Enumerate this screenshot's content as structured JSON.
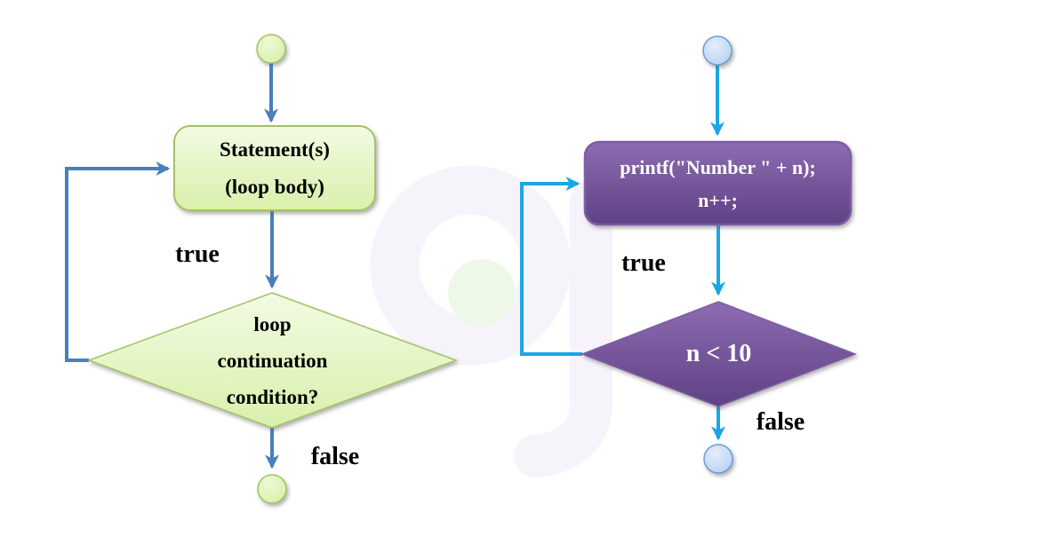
{
  "colors": {
    "left_connector": "#4a7ebc",
    "right_connector": "#1ba6e3",
    "green_fill_top": "#f2fbe3",
    "green_fill_bottom": "#d9f0ab",
    "green_border": "#a3c365",
    "green_terminal_light": "#edf9d6",
    "green_terminal": "#d5eea2",
    "purple_fill_top": "#8d6cb1",
    "purple_fill_bottom": "#5f4185",
    "purple_border": "#7b5ba2",
    "blue_terminal_light": "#e3eefb",
    "blue_terminal": "#b1cdf0",
    "blue_terminal_border": "#6f9bd1",
    "node_text_left": "#000000",
    "node_text_right": "#ffffff",
    "edge_label_text": "#000000",
    "watermark_lavender": "#f6f3fb",
    "watermark_green": "#eef8e8"
  },
  "left_flowchart": {
    "process": {
      "line1": "Statement(s)",
      "line2": "(loop body)"
    },
    "decision": {
      "line1": "loop",
      "line2": "continuation",
      "line3": "condition?"
    },
    "true_label": "true",
    "false_label": "false"
  },
  "right_flowchart": {
    "process": {
      "line1": "printf(\"Number \" + n);",
      "line2": "n++;"
    },
    "decision": {
      "line1": "n < 10"
    },
    "true_label": "true",
    "false_label": "false"
  }
}
